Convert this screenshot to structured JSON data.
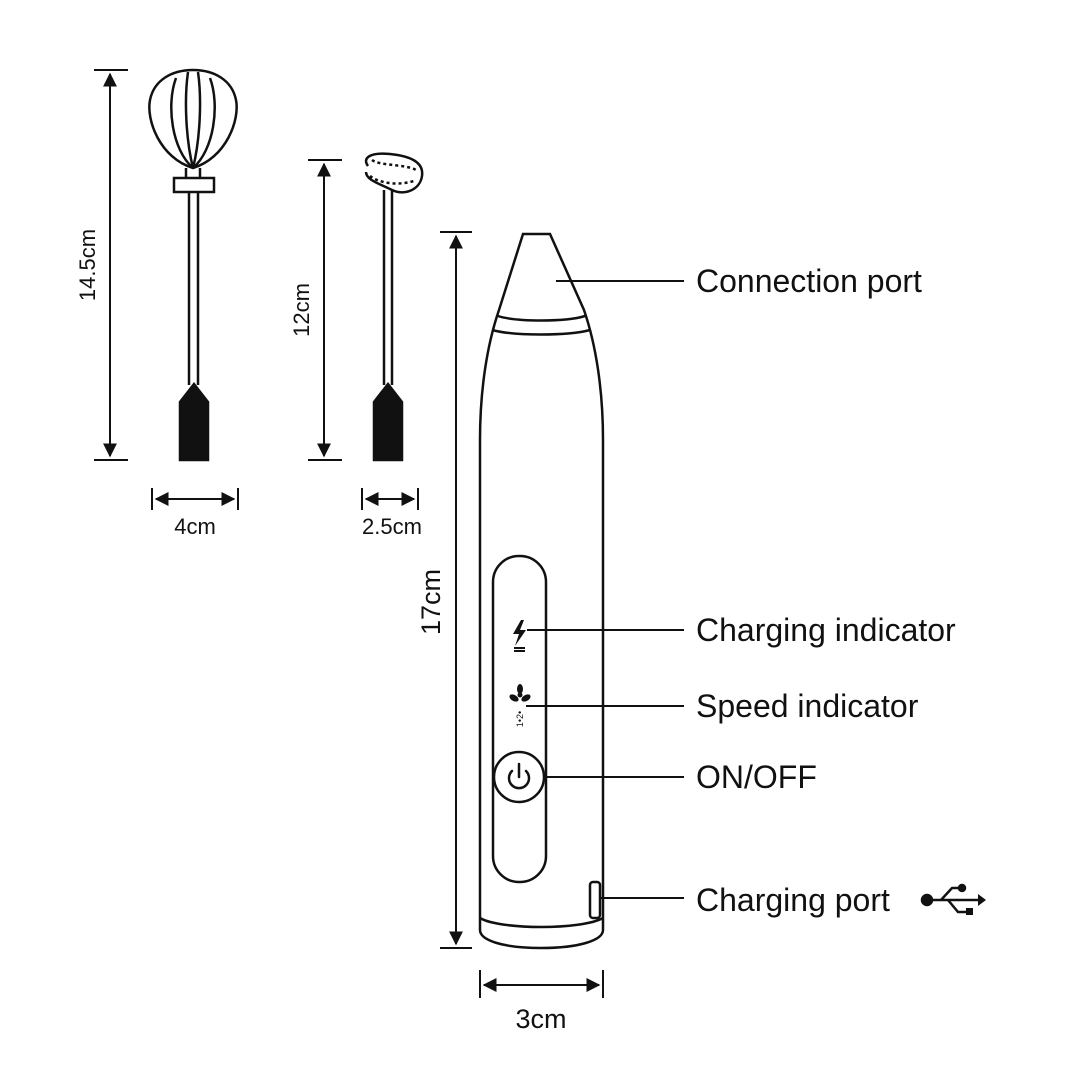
{
  "colors": {
    "ink": "#111111",
    "background": "#ffffff"
  },
  "callouts": {
    "connection_port": "Connection port",
    "charging_indicator": "Charging indicator",
    "speed_indicator": "Speed indicator",
    "on_off": "ON/OFF",
    "charging_port": "Charging port"
  },
  "dimensions": {
    "balloon_whisk_height": "14.5cm",
    "balloon_whisk_width": "4cm",
    "spring_whisk_height": "12cm",
    "spring_whisk_width": "2.5cm",
    "handle_height": "17cm",
    "handle_width": "3cm"
  },
  "speed_marks": "1•2•",
  "icons": [
    "lightning-icon",
    "fan-icon",
    "power-icon",
    "usb-icon"
  ]
}
